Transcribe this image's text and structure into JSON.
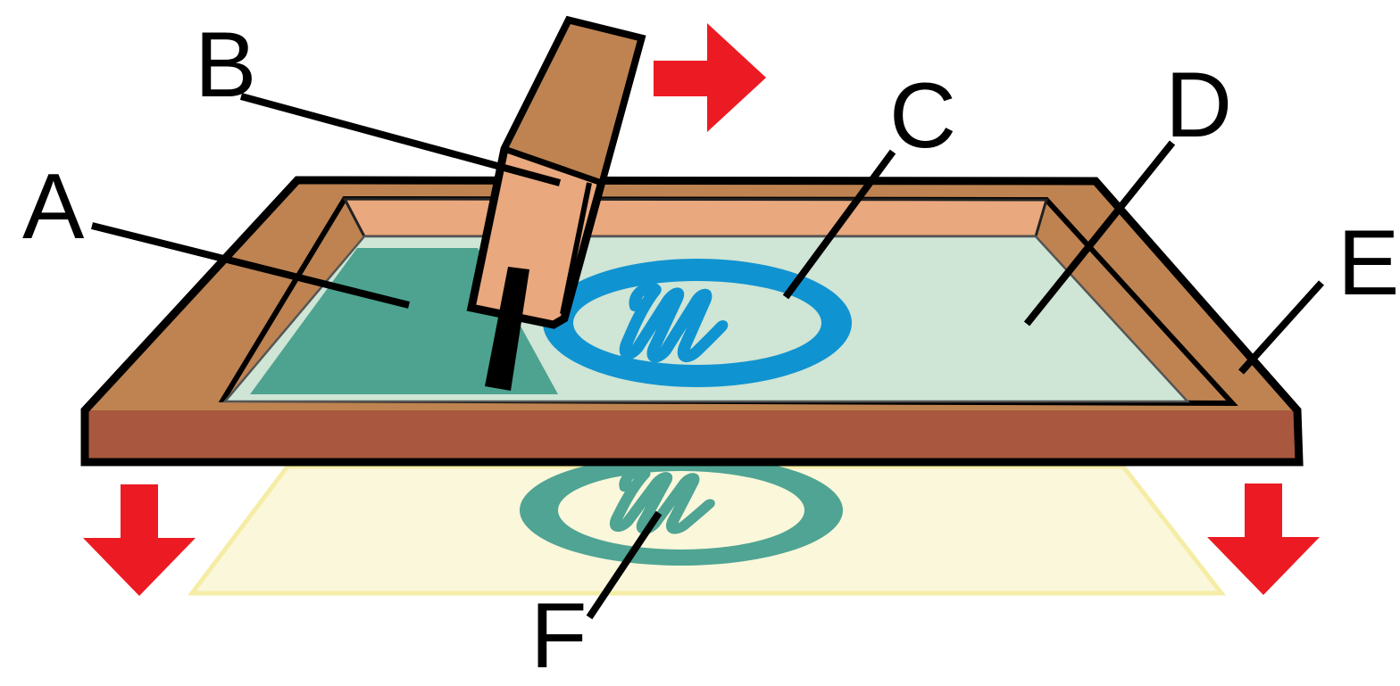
{
  "labels": [
    {
      "id": "a",
      "text": "A"
    },
    {
      "id": "b",
      "text": "B"
    },
    {
      "id": "c",
      "text": "C"
    },
    {
      "id": "d",
      "text": "D"
    },
    {
      "id": "e",
      "text": "E"
    },
    {
      "id": "f",
      "text": "F"
    }
  ],
  "design_letter": "W",
  "arrows": [
    {
      "name": "right-arrow",
      "direction": "right",
      "color": "#EC1B23"
    },
    {
      "name": "down-arrow-left",
      "direction": "down",
      "color": "#EC1B23"
    },
    {
      "name": "down-arrow-right",
      "direction": "down",
      "color": "#EC1B23"
    }
  ],
  "colors": {
    "frame_wood": "#BE8351",
    "frame_inner_wall": "#E9A87D",
    "frame_front": "#A9573E",
    "mesh": "#CFE5D5",
    "ink": "#4DA38F",
    "print_teal": "#4FA493",
    "design_blue": "#1093D1",
    "paper": "#FBF7DB",
    "paper_edge": "#F5EDA6",
    "arrow_red": "#EC1B23",
    "outline": "#000000",
    "squeegee_handle_light": "#E9A87D",
    "squeegee_handle_dark": "#BE8351",
    "squeegee_blade": "#000000"
  }
}
